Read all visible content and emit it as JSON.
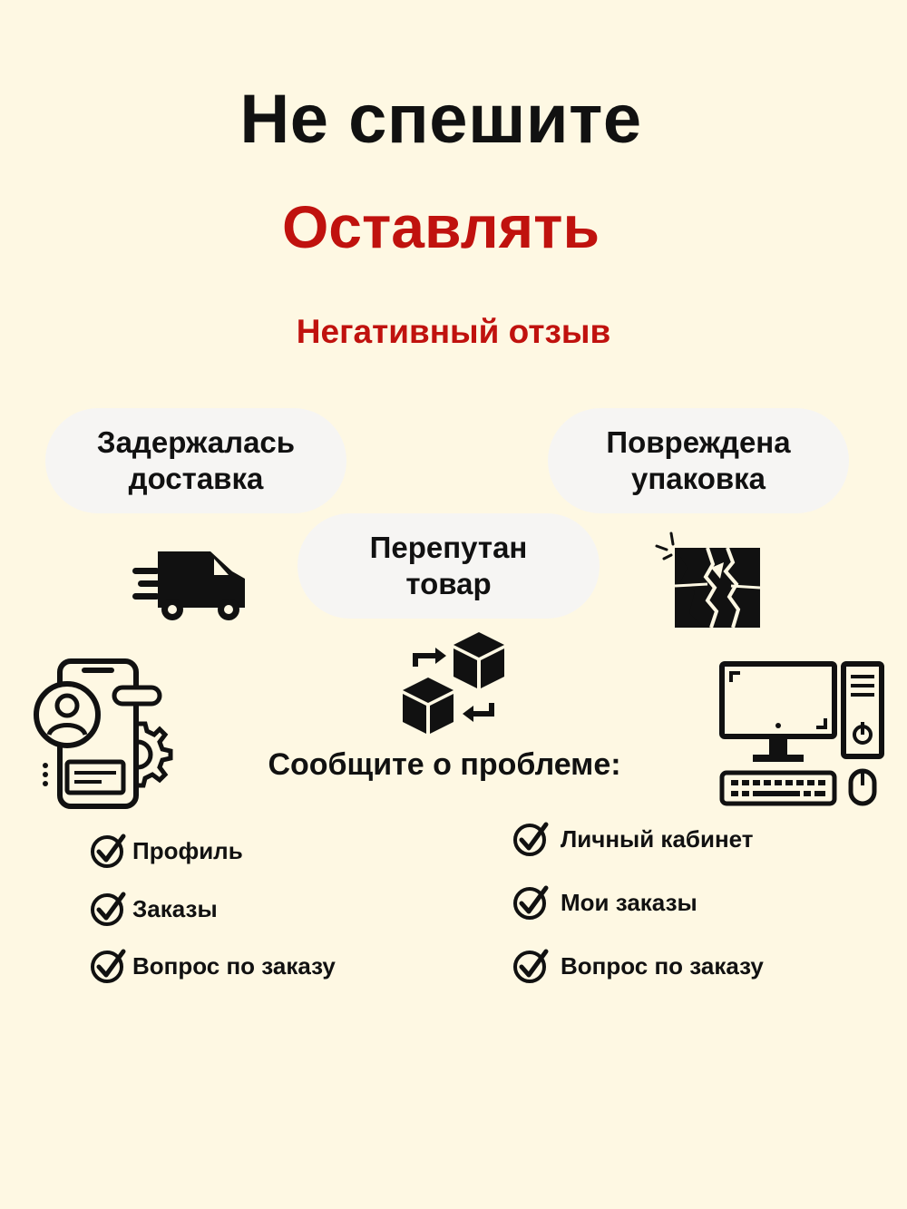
{
  "headline": {
    "line1": "Не спешите",
    "line2": "Оставлять",
    "line3": "Негативный отзыв"
  },
  "reasons": [
    {
      "line1": "Задержалась",
      "line2": "доставка",
      "icon": "delivery-truck-icon"
    },
    {
      "line1": "Перепутан",
      "line2": "товар",
      "icon": "box-exchange-icon"
    },
    {
      "line1": "Повреждена",
      "line2": "упаковка",
      "icon": "broken-package-icon"
    }
  ],
  "report_prompt": "Сообщите о проблеме:",
  "mobile_steps": {
    "icon": "mobile-profile-icon",
    "items": [
      "Профиль",
      "Заказы",
      "Вопрос по заказу"
    ]
  },
  "desktop_steps": {
    "icon": "desktop-computer-icon",
    "items": [
      "Личный кабинет",
      "Мои заказы",
      "Вопрос по заказу"
    ]
  },
  "colors": {
    "background": "#FEF8E3",
    "accent_red": "#C0120E",
    "text": "#111111",
    "pill_background": "#F6F5F3"
  }
}
